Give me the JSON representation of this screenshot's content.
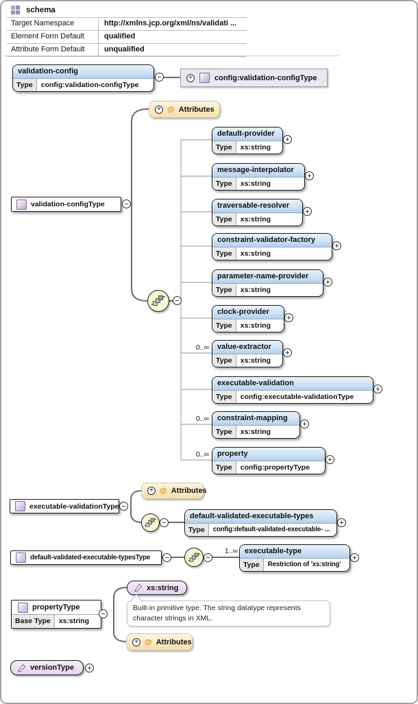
{
  "schema_panel": {
    "title": "schema",
    "rows": [
      {
        "label": "Target Namespace",
        "value": "http://xmlns.jcp.org/xml/ns/validati ..."
      },
      {
        "label": "Element Form Default",
        "value": "qualified"
      },
      {
        "label": "Attribute Form Default",
        "value": "unqualified"
      }
    ]
  },
  "labels": {
    "type": "Type",
    "base_type": "Base Type",
    "attributes": "Attributes",
    "at": "@",
    "minus_glyph": "−",
    "plus_glyph": "+"
  },
  "root_element": {
    "name": "validation-config",
    "type": "config:validation-configType"
  },
  "type_ref": {
    "name": "config:validation-configType"
  },
  "complex_types": {
    "validation_config_type": "validation-configType",
    "executable_validation_type": "executable-validationType",
    "dvet_type": "default-validated-executable-typesType",
    "property_type": "propertyType",
    "property_base": "xs:string"
  },
  "sequence_children": [
    {
      "name": "default-provider",
      "type": "xs:string",
      "cardinality": ""
    },
    {
      "name": "message-interpolator",
      "type": "xs:string",
      "cardinality": ""
    },
    {
      "name": "traversable-resolver",
      "type": "xs:string",
      "cardinality": ""
    },
    {
      "name": "constraint-validator-factory",
      "type": "xs:string",
      "cardinality": ""
    },
    {
      "name": "parameter-name-provider",
      "type": "xs:string",
      "cardinality": ""
    },
    {
      "name": "clock-provider",
      "type": "xs:string",
      "cardinality": ""
    },
    {
      "name": "value-extractor",
      "type": "xs:string",
      "cardinality": "0..∞"
    },
    {
      "name": "executable-validation",
      "type": "config:executable-validationType",
      "cardinality": ""
    },
    {
      "name": "constraint-mapping",
      "type": "xs:string",
      "cardinality": "0..∞"
    },
    {
      "name": "property",
      "type": "config:propertyType",
      "cardinality": "0..∞"
    }
  ],
  "dvet_element": {
    "name": "default-validated-executable-types",
    "type": "config:default-validated-executable- ..."
  },
  "executable_type_element": {
    "name": "executable-type",
    "type": "Restriction of 'xs:string'",
    "cardinality": "1..∞"
  },
  "simple_types": {
    "xs_string": "xs:string",
    "version_type": "versionType",
    "xs_string_doc": "Built-in primitive type. The string datatype represents character strings in XML."
  }
}
